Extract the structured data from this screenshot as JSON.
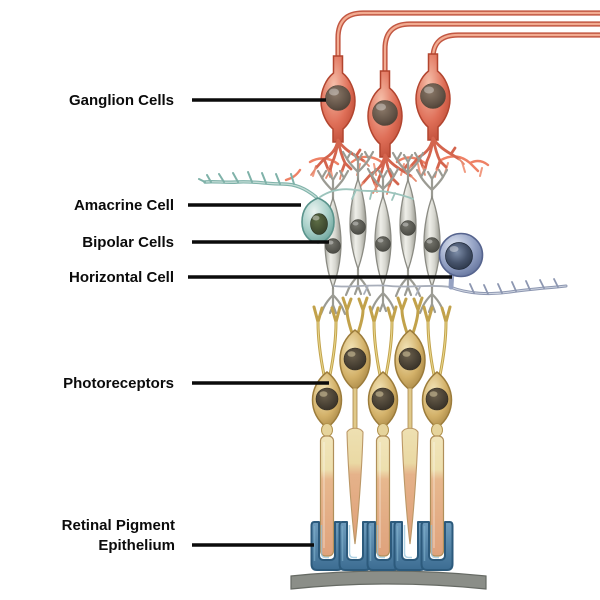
{
  "diagram": {
    "type": "retina-cross-section-illustration",
    "labels": [
      {
        "id": "ganglion-cells",
        "text": "Ganglion Cells"
      },
      {
        "id": "amacrine-cell",
        "text": "Amacrine Cell"
      },
      {
        "id": "bipolar-cells",
        "text": "Bipolar Cells"
      },
      {
        "id": "horizontal-cell",
        "text": "Horizontal Cell"
      },
      {
        "id": "photoreceptors",
        "text": "Photoreceptors"
      },
      {
        "id": "retinal-pigment-epithelium",
        "text": "Retinal Pigment Epithelium",
        "lines": [
          "Retinal Pigment",
          "Epithelium"
        ]
      }
    ],
    "cell_counts": {
      "ganglion_cells": 3,
      "amacrine_cells": 1,
      "bipolar_cells": 5,
      "horizontal_cells": 1,
      "photoreceptors": 5,
      "rpe_cells": 5
    },
    "colors": {
      "background": "#ffffff",
      "label": "#0b0b0b",
      "ganglion": "#e0705a",
      "ganglion_dark": "#b5452f",
      "amacrine": "#a7cfc8",
      "amacrine_dark": "#5a948c",
      "bipolar": "#d9d9d3",
      "bipolar_dark": "#8b8b83",
      "horizontal": "#8e9cc1",
      "horizontal_dark": "#56648e",
      "photoreceptor": "#d2b569",
      "photoreceptor_dark": "#9c7c3b",
      "outer_segment_top": "#efe2b6",
      "outer_segment_bottom": "#e3ab85",
      "rpe": "#4e80a4",
      "rpe_dark": "#2c5a7c",
      "base_membrane": "#8b8e88"
    }
  }
}
